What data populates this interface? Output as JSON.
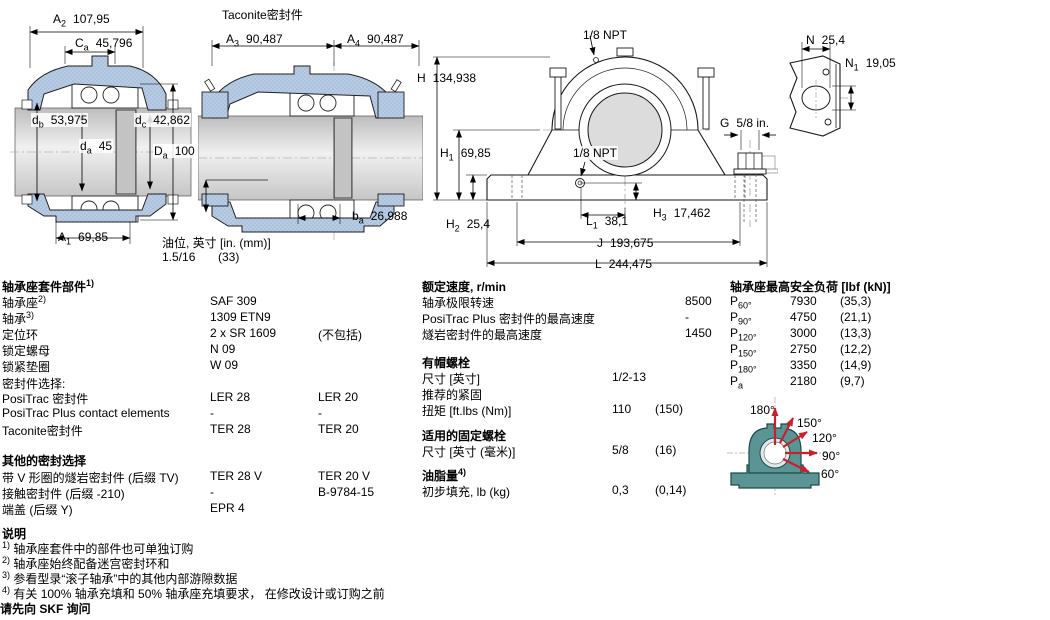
{
  "drawings": {
    "d1": {
      "a2": {
        "base": "A",
        "sub": "2",
        "value": "107,95"
      },
      "ca": {
        "base": "C",
        "sub": "a",
        "value": "45,796"
      },
      "db": {
        "base": "d",
        "sub": "b",
        "value": "53,975"
      },
      "da": {
        "base": "d",
        "sub": "a",
        "value": "45"
      },
      "dc": {
        "base": "d",
        "sub": "c",
        "value": "42,862"
      },
      "Da": {
        "base": "D",
        "sub": "a",
        "value": "100"
      },
      "a1": {
        "base": "A",
        "sub": "1",
        "value": "69,85"
      }
    },
    "d2": {
      "title": "Taconite密封件",
      "a3": {
        "base": "A",
        "sub": "3",
        "value": "90,487"
      },
      "a4": {
        "base": "A",
        "sub": "4",
        "value": "90,487"
      },
      "ba": {
        "base": "b",
        "sub": "a",
        "value": "26,988"
      },
      "oil_label": "油位, 英寸 [in. (mm)]",
      "oil_in": "1.5/16",
      "oil_mm": "(33)"
    },
    "d3": {
      "npt_top": "1/8 NPT",
      "npt_side": "1/8 NPT",
      "H": {
        "base": "H",
        "sub": "",
        "value": "134,938"
      },
      "H1": {
        "base": "H",
        "sub": "1",
        "value": "69,85"
      },
      "G": {
        "base": "G",
        "sub": "",
        "value": "5/8 in."
      },
      "H2": {
        "base": "H",
        "sub": "2",
        "value": "25,4"
      },
      "L1": {
        "base": "L",
        "sub": "1",
        "value": "38,1"
      },
      "H3": {
        "base": "H",
        "sub": "3",
        "value": "17,462"
      },
      "J": {
        "base": "J",
        "sub": "",
        "value": "193,675"
      },
      "L": {
        "base": "L",
        "sub": "",
        "value": "244,475"
      }
    },
    "d4": {
      "N": {
        "base": "N",
        "sub": "",
        "value": "25,4"
      },
      "N1": {
        "base": "N",
        "sub": "1",
        "value": "19,05"
      }
    }
  },
  "parts_table": {
    "title": "轴承座套件部件",
    "title_sup": "1)",
    "rows": [
      {
        "label": "轴承座",
        "sup": "2)",
        "v1": "SAF 309",
        "v2": ""
      },
      {
        "label": "轴承",
        "sup": "3)",
        "v1": "1309 ETN9",
        "v2": ""
      },
      {
        "label": "定位环",
        "sup": "",
        "v1": "2 x SR 1609",
        "v2": "(不包括)"
      },
      {
        "label": "锁定螺母",
        "sup": "",
        "v1": "N 09",
        "v2": ""
      },
      {
        "label": "锁紧垫圈",
        "sup": "",
        "v1": "W 09",
        "v2": ""
      }
    ],
    "seal_header": "密封件选择:",
    "seal_rows": [
      {
        "label": "PosiTrac 密封件",
        "v1": "LER 28",
        "v2": "LER 20"
      },
      {
        "label": "PosiTrac Plus contact elements",
        "v1": "-",
        "v2": "-"
      },
      {
        "label": "Taconite密封件",
        "v1": "TER 28",
        "v2": "TER 20"
      }
    ]
  },
  "other_seals": {
    "title": "其他的密封选择",
    "rows": [
      {
        "label": "带 V 形圈的燧岩密封件 (后缀 TV)",
        "v1": "TER 28 V",
        "v2": "TER 20 V"
      },
      {
        "label": "接触密封件 (后缀 -210)",
        "v1": "-",
        "v2": "B-9784-15"
      },
      {
        "label": "端盖 (后缀 Y)",
        "v1": "EPR 4",
        "v2": ""
      }
    ]
  },
  "notes": {
    "title": "说明",
    "items": [
      {
        "sup": "1)",
        "text": "轴承座套件中的部件也可单独订购"
      },
      {
        "sup": "2)",
        "text": "轴承座始终配备迷宫密封环和"
      },
      {
        "sup": "3)",
        "text": "参看型录“滚子轴承”中的其他内部游隙数据"
      },
      {
        "sup": "4)",
        "text": "有关 100% 轴承充填和 50% 轴承座充填要求， 在修改设计或订购之前"
      }
    ],
    "footer": "请先向 SKF 询问"
  },
  "speed_table": {
    "title": "额定速度, r/min",
    "rows": [
      {
        "label": "轴承极限转速",
        "value": "8500"
      },
      {
        "label": "PosiTrac Plus 密封件的最高速度",
        "value": "-"
      },
      {
        "label": "燧岩密封件的最高速度",
        "value": "1450"
      }
    ]
  },
  "cap_bolts": {
    "title": "有帽螺栓",
    "size_label": "尺寸 [英寸]",
    "size_value": "1/2-13",
    "torque_label1": "推荐的紧固",
    "torque_label2": "扭矩 [ft.lbs (Nm)]",
    "torque_v1": "110",
    "torque_v2": "(150)"
  },
  "anchor_bolts": {
    "title": "适用的固定螺栓",
    "size_label": "尺寸 [英寸 (毫米)]",
    "v1": "5/8",
    "v2": "(16)"
  },
  "grease": {
    "title": "油脂量",
    "title_sup": "4)",
    "row_label": "初步填充, lb (kg)",
    "v1": "0,3",
    "v2": "(0,14)"
  },
  "load_table": {
    "title": "轴承座最高安全负荷 [lbf (kN)]",
    "rows": [
      {
        "base": "P",
        "sub": "60°",
        "v1": "7930",
        "v2": "(35,3)"
      },
      {
        "base": "P",
        "sub": "90°",
        "v1": "4750",
        "v2": "(21,1)"
      },
      {
        "base": "P",
        "sub": "120°",
        "v1": "3000",
        "v2": "(13,3)"
      },
      {
        "base": "P",
        "sub": "150°",
        "v1": "2750",
        "v2": "(12,2)"
      },
      {
        "base": "P",
        "sub": "180°",
        "v1": "3350",
        "v2": "(14,9)"
      },
      {
        "base": "P",
        "sub": "a",
        "v1": "2180",
        "v2": "(9,7)"
      }
    ]
  },
  "load_diagram": {
    "angles": [
      "180°",
      "150°",
      "120°",
      "90°",
      "60°"
    ],
    "arrow_color": "#c9202b",
    "housing_color": "#5a9494"
  }
}
